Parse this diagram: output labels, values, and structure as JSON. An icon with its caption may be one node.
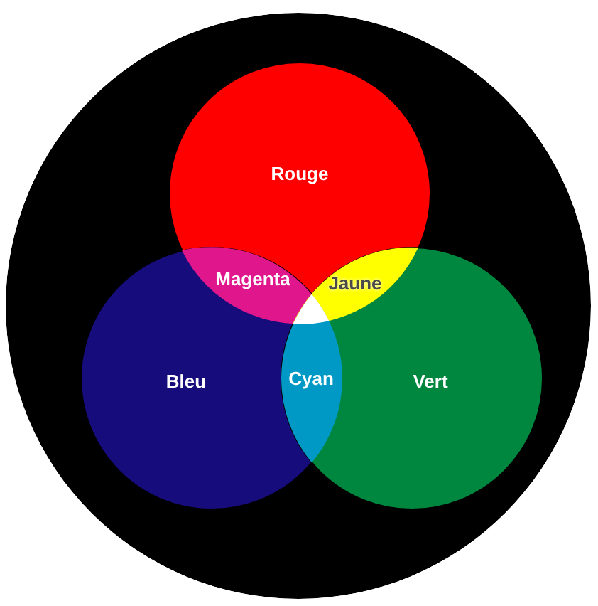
{
  "diagram": {
    "nodes": [
      {
        "text": [],
        "shape": "circle"
      },
      {
        "text": [
          "Rouge"
        ],
        "in": 0
      },
      {
        "text": [
          "Bleu"
        ],
        "in": 0
      },
      {
        "text": [
          "Vert"
        ],
        "in": 0
      },
      {
        "text": [
          "Magenta"
        ]
      },
      {
        "text": [
          "Jaune"
        ]
      },
      {
        "text": [
          "Cyan"
        ]
      }
    ]
  }
}
